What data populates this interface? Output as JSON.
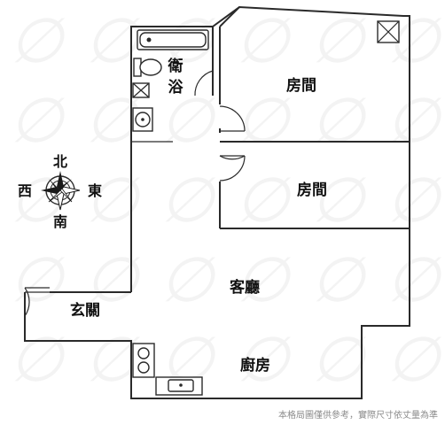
{
  "rooms": {
    "bedroom_top": "房間",
    "bedroom_middle": "房間",
    "bathroom": "衛浴",
    "living_room": "客廳",
    "entrance": "玄關",
    "kitchen": "廚房"
  },
  "compass": {
    "north": "北",
    "south": "南",
    "east": "東",
    "west": "西"
  },
  "disclaimer": "本格局圖僅供參考，實際尺寸依丈量為準"
}
